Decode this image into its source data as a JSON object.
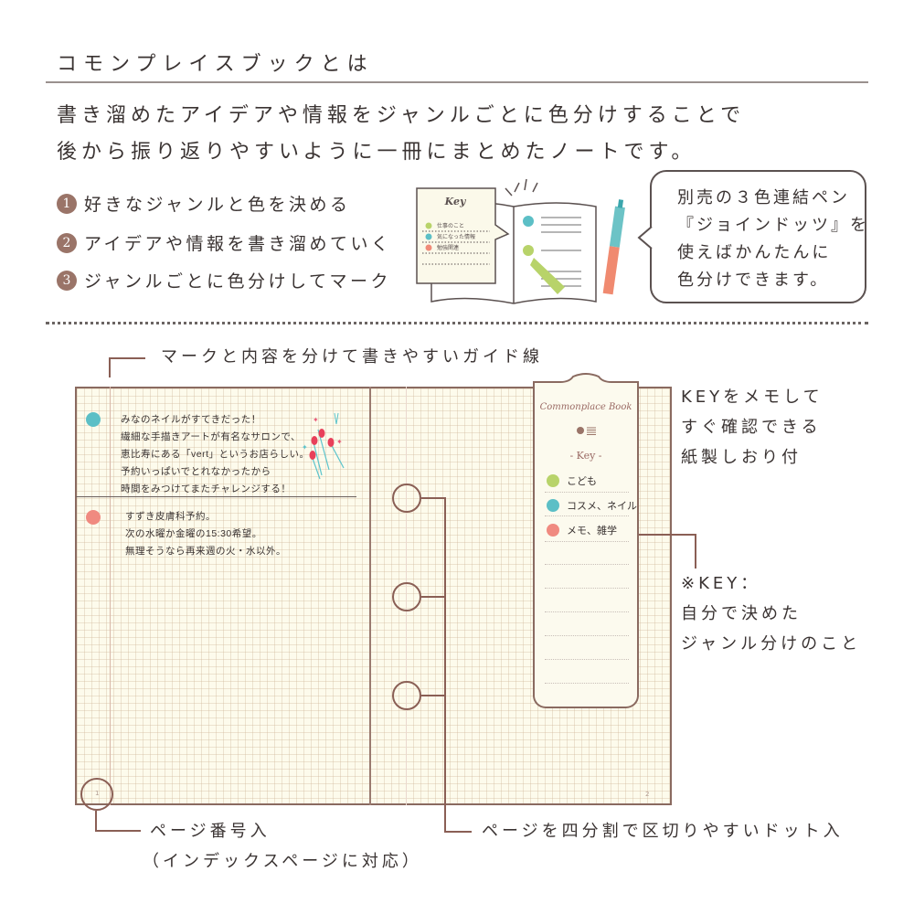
{
  "header": {
    "title": "コモンプレイスブックとは",
    "intro_lines": [
      "書き溜めたアイデアや情報をジャンルごとに色分けすることで",
      "後から振り返りやすいように一冊にまとめたノートです。"
    ]
  },
  "steps": [
    {
      "num": "1",
      "label": "好きなジャンルと色を決める"
    },
    {
      "num": "2",
      "label": "アイデアや情報を書き溜めていく"
    },
    {
      "num": "3",
      "label": "ジャンルごとに色分けしてマーク"
    }
  ],
  "illustration": {
    "key_card": {
      "title": "Key",
      "items": [
        {
          "label": "仕事のこと",
          "color": "#b8d36a"
        },
        {
          "label": "気になった情報",
          "color": "#5cbfc6"
        },
        {
          "label": "勉強関連",
          "color": "#f08a78"
        }
      ]
    },
    "pen_colors": {
      "top": "#6cc3c6",
      "bottom": "#f08a70"
    }
  },
  "bubble": {
    "lines": [
      "別売の３色連結ペン",
      "『ジョインドッツ』を",
      "使えばかんたんに",
      "色分けできます。"
    ]
  },
  "annotations": {
    "guide_line": "マークと内容を分けて書きやすいガイド線",
    "bookmark_lines": [
      "KEYをメモして",
      "すぐ確認できる",
      "紙製しおり付"
    ],
    "key_note_lines": [
      "※KEY：",
      "自分で決めた",
      "ジャンル分けのこと"
    ],
    "page_number_lines": [
      "ページ番号入",
      "（インデックスページに対応）"
    ],
    "quarter_dots": "ページを四分割で区切りやすいドット入"
  },
  "notebook": {
    "entries": [
      {
        "dot_color": "#5cbfc6",
        "lines": [
          "みなのネイルがすてきだった！",
          "繊細な手描きアートが有名なサロンで、",
          "恵比寿にある「vert」というお店らしい。",
          "予約いっぱいでとれなかったから",
          "時間をみつけてまたチャレンジする！"
        ]
      },
      {
        "dot_color": "#f08a80",
        "lines": [
          "すずき皮膚科予約。",
          "次の水曜か金曜の15:30希望。",
          "無理そうなら再来週の火・水以外。"
        ]
      }
    ],
    "page_left": "1",
    "page_right": "2",
    "bookmark": {
      "brand": "Commonplace Book",
      "key_title": "- Key -",
      "items": [
        {
          "label": "こども",
          "color": "#b8d36a"
        },
        {
          "label": "コスメ、ネイル",
          "color": "#5cbfc6"
        },
        {
          "label": "メモ、雑学",
          "color": "#f08a80"
        }
      ]
    }
  },
  "colors": {
    "accent_brown": "#8a5f55",
    "text": "#3a3332",
    "paper": "#fdfbec"
  }
}
